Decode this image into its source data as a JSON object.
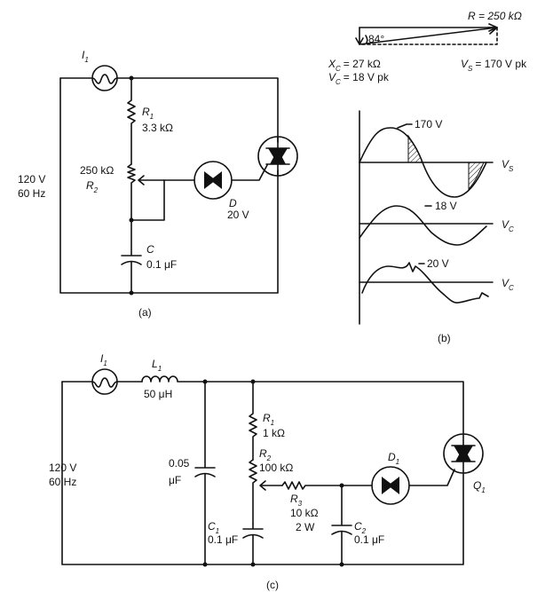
{
  "circuit_a": {
    "lamp_label": "I",
    "lamp_sub": "1",
    "source_v": "120 V",
    "source_f": "60 Hz",
    "r1_name": "R",
    "r1_sub": "1",
    "r1_value": "3.3 kΩ",
    "r2_value": "250 kΩ",
    "r2_name": "R",
    "r2_sub": "2",
    "d_name": "D",
    "d_value": "20 V",
    "c_name": "C",
    "c_value": "0.1 μF",
    "caption": "(a)"
  },
  "phasor": {
    "r_label": "R = 250 kΩ",
    "angle": "84°",
    "xc_label": "X",
    "xc_sub": "C",
    "xc_value": "= 27 kΩ",
    "vc_label": "V",
    "vc_sub": "C",
    "vc_value": "= 18 V pk",
    "vs_label": "V",
    "vs_sub": "S",
    "vs_value": "= 170 V pk"
  },
  "waveforms": {
    "vs_peak": "170 V",
    "vc_peak": "18 V",
    "vc2_peak": "20 V",
    "vs_name": "V",
    "vs_sub": "S",
    "vc_name": "V",
    "vc_sub": "C",
    "caption": "(b)"
  },
  "circuit_c": {
    "lamp_label": "I",
    "lamp_sub": "1",
    "l1_name": "L",
    "l1_sub": "1",
    "l1_value": "50 μH",
    "source_v": "120 V",
    "source_f": "60 Hz",
    "cap_value": "0.05",
    "cap_unit": "μF",
    "r1_name": "R",
    "r1_sub": "1",
    "r1_value": "1 kΩ",
    "r2_name": "R",
    "r2_sub": "2",
    "r2_value": "100 kΩ",
    "r3_name": "R",
    "r3_sub": "3",
    "r3_value": "10 kΩ",
    "r3_power": "2 W",
    "c1_name": "C",
    "c1_sub": "1",
    "c1_value": "0.1 μF",
    "c2_name": "C",
    "c2_sub": "2",
    "c2_value": "0.1 μF",
    "d1_name": "D",
    "d1_sub": "1",
    "q1_name": "Q",
    "q1_sub": "1",
    "caption": "(c)"
  }
}
